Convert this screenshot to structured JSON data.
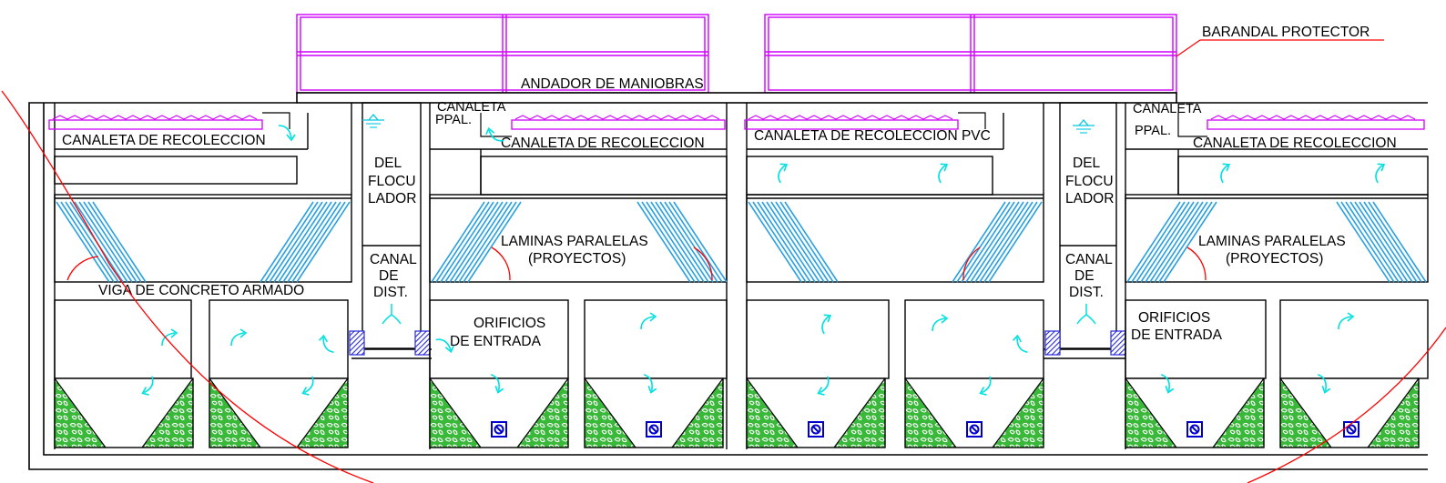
{
  "drawing": {
    "railing_label": "BARANDAL PROTECTOR",
    "walkway_label": "ANDADOR DE MANIOBRAS",
    "main_channel_label": [
      "CANALETA",
      "PPAL."
    ],
    "collection_channel_label": "CANALETA DE RECOLECCION",
    "collection_channel_pvc_label": "CANALETA DE RECOLECCION PVC",
    "flocculator_label": [
      "DEL",
      "FLOCU",
      "LADOR"
    ],
    "distribution_channel_label": [
      "CANAL",
      "DE",
      "DIST."
    ],
    "plates_label": [
      "LAMINAS PARALELAS",
      "(PROYECTOS)"
    ],
    "beam_label": "VIGA DE CONCRETO ARMADO",
    "inlet_label": [
      "ORIFICIOS",
      "DE ENTRADA"
    ]
  },
  "colors": {
    "railing": "#d000ff",
    "walkway_line": "#000000",
    "flow_arrows": "#00e5e5",
    "plates": "#2aa0e0",
    "sludge_fill": "#2eb82e",
    "angle_arc": "#ff0000",
    "valve": "#0000cc",
    "blocks": "#2a2ad8",
    "outline_curve": "#ff0000"
  },
  "icons": {
    "flow": "curved-arrow-icon",
    "water_level": "water-level-icon",
    "valve": "drain-valve-icon"
  }
}
